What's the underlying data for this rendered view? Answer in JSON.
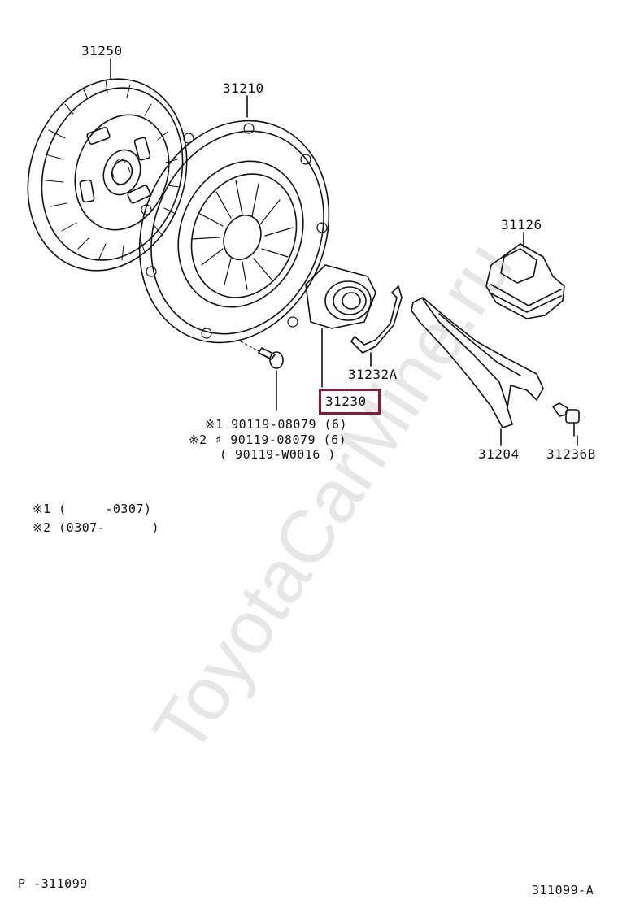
{
  "watermark": "ToyotaCarMine.ru",
  "parts": {
    "disc": "31250",
    "cover": "31210",
    "boot": "31126",
    "spring_clip": "31232A",
    "bearing": "31230",
    "fork": "31204",
    "fork_bolt": "31236B"
  },
  "bolts": {
    "line1": "※1 90119-08079 (6)",
    "line2": "※2 ♯ 90119-08079 (6)",
    "line3": "( 90119-W0016 )"
  },
  "legend": {
    "note1": "※1 (     -0307)",
    "note2": "※2 (0307-      )"
  },
  "footer": {
    "left": "P -311099",
    "right": "311099-A"
  },
  "colors": {
    "highlight": "#8b1a3a",
    "line": "#111111",
    "watermark": "#e6e6e6"
  }
}
